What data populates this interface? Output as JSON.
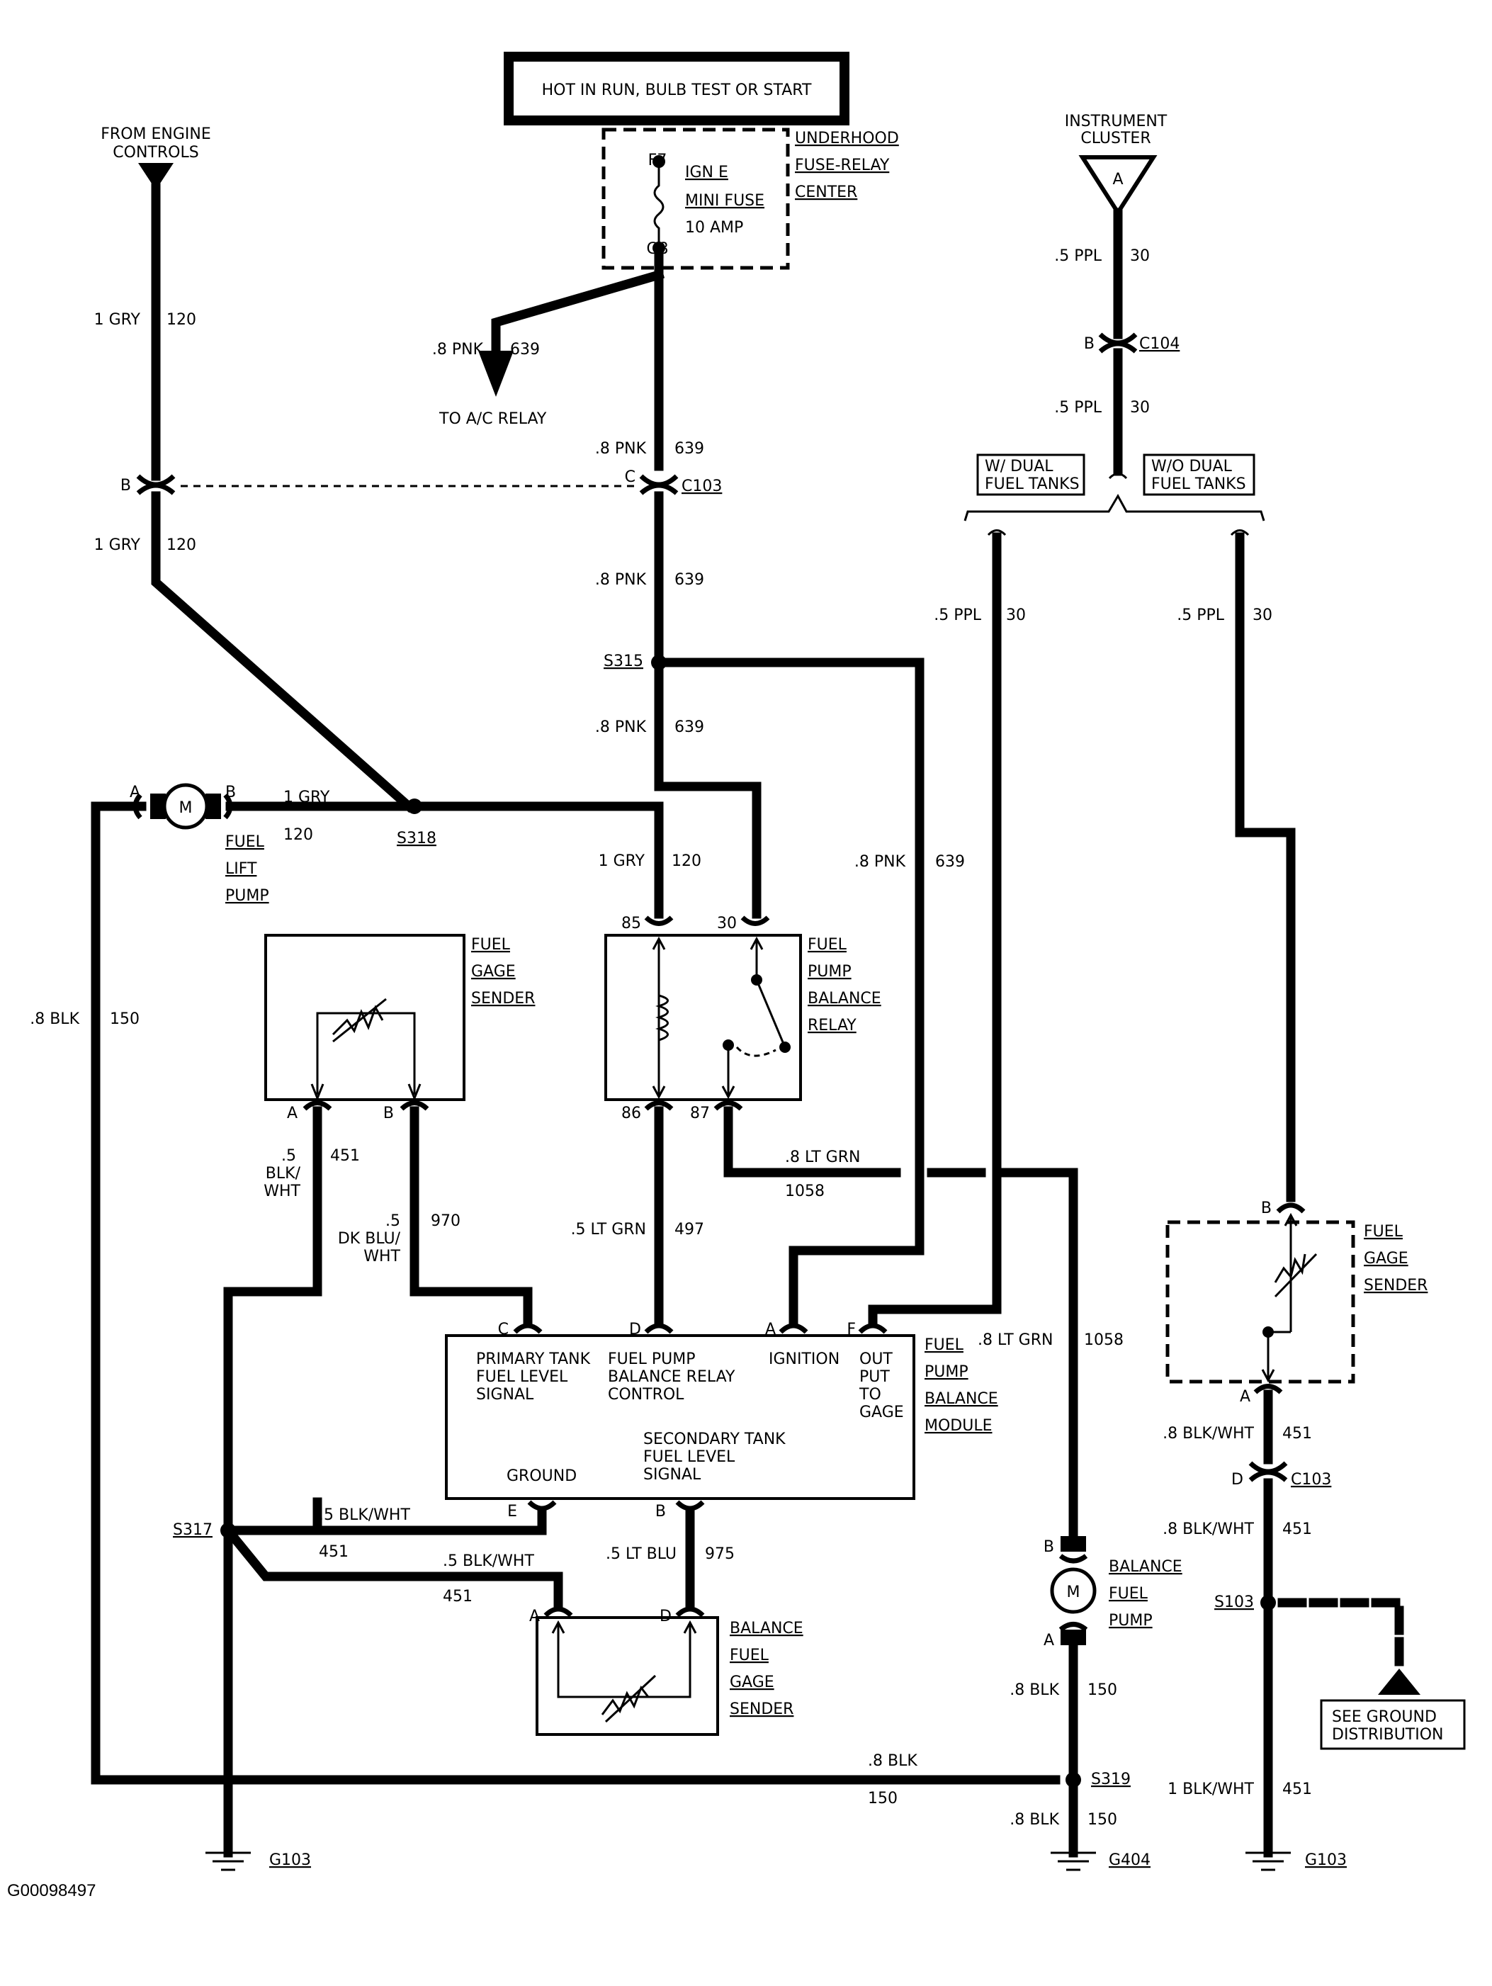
{
  "power_source": "HOT IN RUN, BULB TEST OR START",
  "fuse_box": {
    "name_lines": [
      "UNDERHOOD",
      "FUSE-RELAY",
      "CENTER"
    ],
    "fuse_lines": [
      "IGN E",
      "MINI FUSE",
      "10 AMP"
    ],
    "terminal_top": "F7",
    "terminal_bottom": "G8"
  },
  "from_engine_controls": [
    "FROM ENGINE",
    "CONTROLS"
  ],
  "instrument_cluster": [
    "INSTRUMENT",
    "CLUSTER"
  ],
  "cluster_connector_letter": "A",
  "to_ac_relay": "TO A/C RELAY",
  "wires": {
    "gry_1": "1 GRY",
    "gry_1_num": "120",
    "pnk_8": ".8 PNK",
    "pnk_8_num": "639",
    "ppl_5": ".5 PPL",
    "ppl_5_num": "30",
    "blk_8": ".8 BLK",
    "blk_8_num": "150",
    "blkwht_5": ".5",
    "blkwht_5b": "BLK/",
    "blkwht_5c": "WHT",
    "blkwht_5_num": "451",
    "dkblu_a": "DK BLU/",
    "dkblu_b": ".5",
    "dkblu_c": "WHT",
    "dkblu_num": "970",
    "ltgrn_5": ".5 LT GRN",
    "ltgrn_5_num": "497",
    "ltgrn_8": ".8 LT GRN",
    "ltgrn_8_num": "1058",
    "blkwht_5_full": ".5 BLK/WHT",
    "ltblu_5": ".5 LT BLU",
    "ltblu_5_num": "975",
    "blkwht_8": ".8 BLK/WHT",
    "blkwht_8_num": "451",
    "blkwht_1": "1 BLK/WHT",
    "blkwht_1_num": "451"
  },
  "connectors": {
    "c103": "C103",
    "c104": "C104",
    "b": "B",
    "c": "C",
    "d": "D",
    "a": "A",
    "e": "E",
    "f": "F"
  },
  "splices": {
    "s315": "S315",
    "s318": "S318",
    "s317": "S317",
    "s319": "S319",
    "s103": "S103"
  },
  "grounds": {
    "g103": "G103",
    "g404": "G404"
  },
  "tank_options": {
    "dual": [
      "W/ DUAL",
      "FUEL TANKS"
    ],
    "no_dual": [
      "W/O DUAL",
      "FUEL TANKS"
    ]
  },
  "fuel_lift_pump": [
    "FUEL",
    "LIFT",
    "PUMP"
  ],
  "motor_symbol": "M",
  "fuel_gage_sender": [
    "FUEL",
    "GAGE",
    "SENDER"
  ],
  "balance_fuel_gage_sender": [
    "BALANCE",
    "FUEL",
    "GAGE",
    "SENDER"
  ],
  "relay": {
    "name_lines": [
      "FUEL",
      "PUMP",
      "BALANCE",
      "RELAY"
    ],
    "pins": [
      "85",
      "30",
      "86",
      "87"
    ]
  },
  "module": {
    "name_lines": [
      "FUEL",
      "PUMP",
      "BALANCE",
      "MODULE"
    ],
    "c_label": [
      "PRIMARY TANK",
      "FUEL LEVEL",
      "SIGNAL"
    ],
    "d_label": [
      "FUEL PUMP",
      "BALANCE RELAY",
      "CONTROL"
    ],
    "a_label": "IGNITION",
    "f_label": [
      "OUT",
      "PUT",
      "TO",
      "GAGE"
    ],
    "b_label": [
      "SECONDARY TANK",
      "FUEL LEVEL",
      "SIGNAL"
    ],
    "e_label": "GROUND"
  },
  "balance_fuel_pump": [
    "BALANCE",
    "FUEL",
    "PUMP"
  ],
  "ground_distribution": [
    "SEE GROUND",
    "DISTRIBUTION"
  ],
  "doc_id": "G00098497"
}
